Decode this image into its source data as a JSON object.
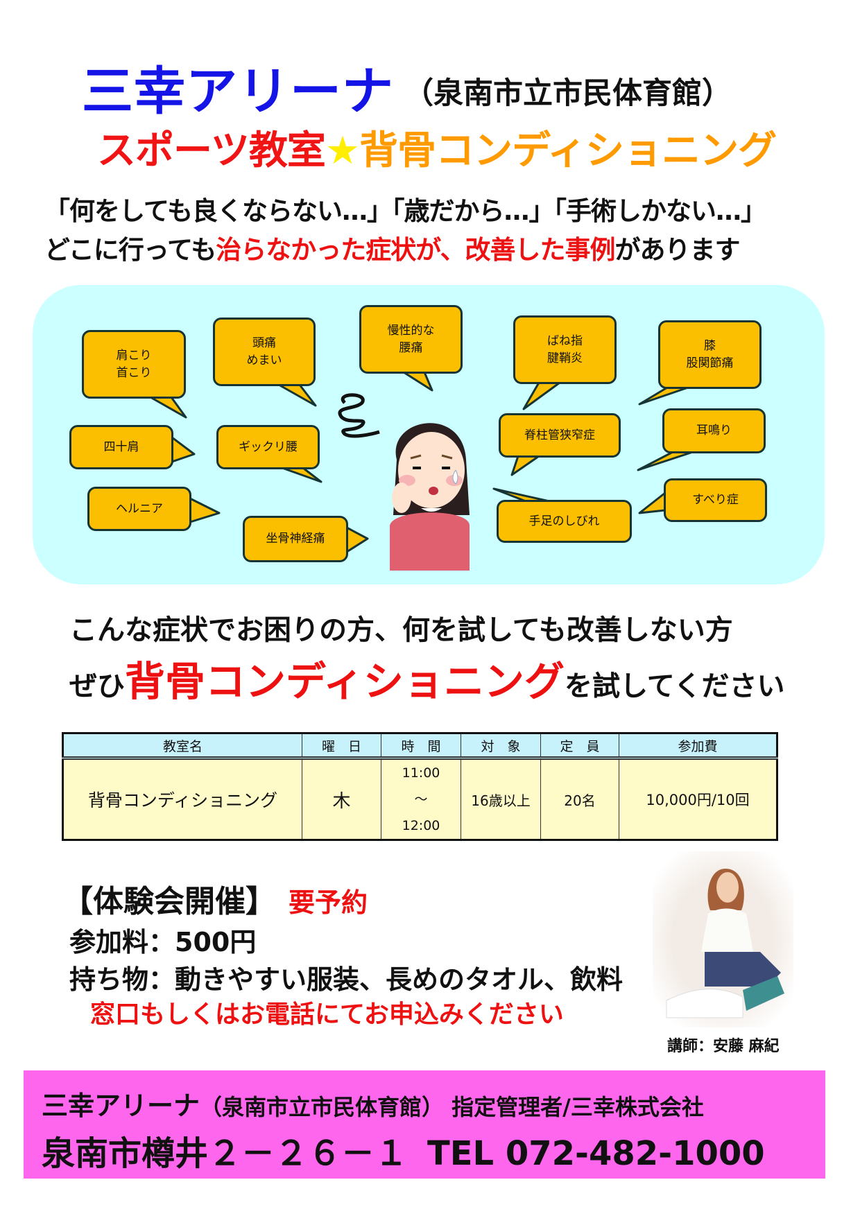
{
  "header": {
    "title": "三幸アリーナ",
    "title_sub": "（泉南市立市民体育館）",
    "subtitle_red": "スポーツ教室",
    "subtitle_star": "★",
    "subtitle_orange": "背骨コンディショニング"
  },
  "lead": {
    "line1": "「何をしても良くならない…」「歳だから…」「手術しかない…」",
    "line2_a": "どこに行っても",
    "line2_b": "治らなかった症状が、改善した事例",
    "line2_c": "があります"
  },
  "symptoms": [
    "肩こり\n首こり",
    "頭痛\nめまい",
    "慢性的な\n腰痛",
    "ばね指\n腱鞘炎",
    "膝\n股関節痛",
    "四十肩",
    "ギックリ腰",
    "ヘルニア",
    "坐骨神経痛",
    "脊柱管狭窄症",
    "耳鳴り",
    "手足のしびれ",
    "すべり症"
  ],
  "pitch": {
    "line1": "こんな症状でお困りの方、何を試しても改善しない方",
    "line2_a": "ぜひ",
    "line2_b": "背骨コンディショニング",
    "line2_c": "を試してください"
  },
  "table": {
    "headers": [
      "教室名",
      "曜　日",
      "時　間",
      "対　象",
      "定　員",
      "参加費"
    ],
    "row": {
      "name": "背骨コンディショニング",
      "day": "木",
      "time_start": "11:00",
      "time_sep": "〜",
      "time_end": "12:00",
      "target": "16歳以上",
      "capacity": "20名",
      "fee": "10,000円/10回"
    }
  },
  "trial": {
    "heading": "【体験会開催】",
    "reservation": "要予約",
    "fee": "参加料：500円",
    "items": "持ち物：動きやすい服装、長めのタオル、飲料",
    "apply": "窓口もしくはお電話にてお申込みください"
  },
  "instructor": {
    "caption": "講師：安藤 麻紀"
  },
  "footer": {
    "org": "三幸アリーナ",
    "org_sub": "（泉南市立市民体育館）",
    "manager": "指定管理者/三幸株式会社",
    "address": "泉南市樽井２－２６－１",
    "tel": "TEL 072-482-1000"
  }
}
